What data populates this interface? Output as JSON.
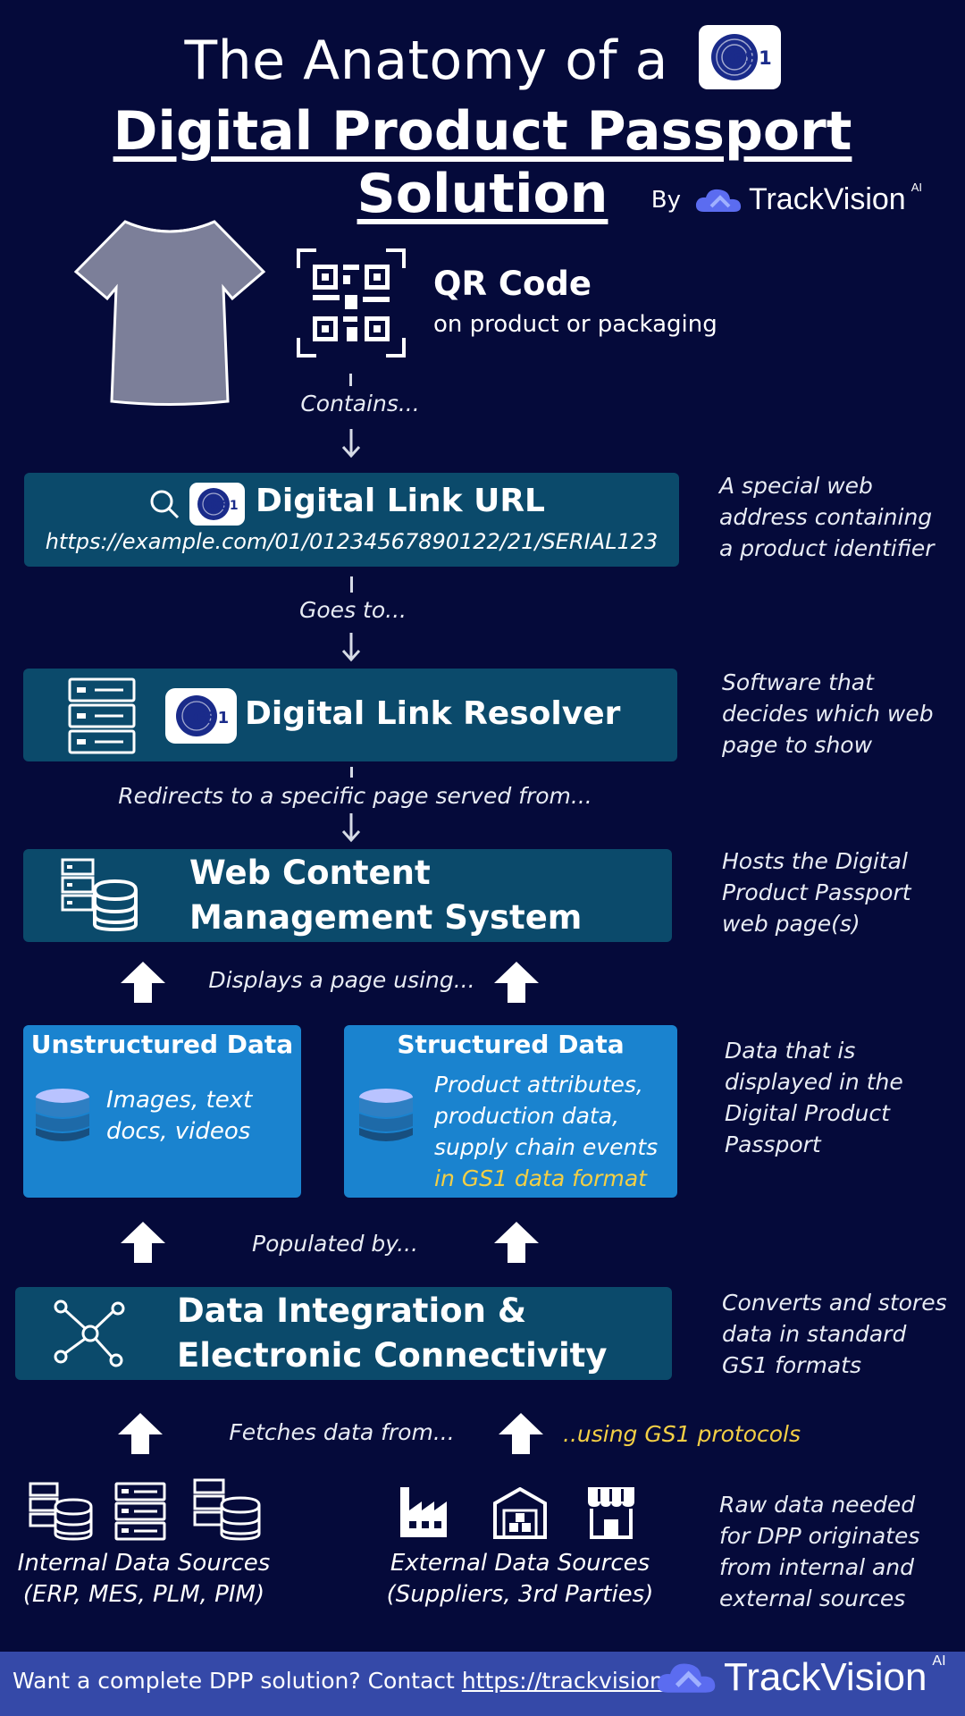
{
  "header": {
    "title_line1": "The Anatomy of a",
    "title_line2": "Digital Product Passport Solution",
    "by_label": "By",
    "brand_name": "TrackVision",
    "brand_sup": "AI",
    "gs1_logo_text": "GS1"
  },
  "qr": {
    "title": "QR Code",
    "subtitle": "on product or packaging",
    "connector": "Contains..."
  },
  "digital_link": {
    "title": "Digital Link URL",
    "url": "https://example.com/01/01234567890122/21/SERIAL123",
    "side_text": [
      "A special web",
      "address containing",
      "a product identifier"
    ],
    "connector": "Goes to..."
  },
  "resolver": {
    "title": "Digital Link Resolver",
    "side_text": [
      "Software that",
      "decides which web",
      "page to show"
    ],
    "connector": "Redirects to a specific page served from..."
  },
  "cms": {
    "title_line1": "Web Content",
    "title_line2": "Management System",
    "side_text": [
      "Hosts the Digital",
      "Product Passport",
      "web page(s)"
    ],
    "connector": "Displays a page using..."
  },
  "unstructured": {
    "title": "Unstructured Data",
    "lines": [
      "Images, text",
      "docs, videos"
    ]
  },
  "structured": {
    "title": "Structured Data",
    "lines": [
      "Product attributes,",
      "production data,",
      "supply chain events"
    ],
    "highlight": "in GS1 data format"
  },
  "data_side_text": [
    "Data that is",
    "displayed in the",
    "Digital Product",
    "Passport"
  ],
  "populated_connector": "Populated by...",
  "integration": {
    "title_line1": "Data Integration &",
    "title_line2": "Electronic Connectivity",
    "side_text": [
      "Converts and stores",
      "data in standard",
      "GS1 formats"
    ],
    "connector": "Fetches data from...",
    "protocol_note": "..using GS1 protocols"
  },
  "sources": {
    "internal_line1": "Internal Data Sources",
    "internal_line2": "(ERP, MES, PLM, PIM)",
    "external_line1": "External Data Sources",
    "external_line2": "(Suppliers, 3rd Parties)",
    "side_text": [
      "Raw data needed",
      "for DPP originates",
      "from internal and",
      "external sources"
    ]
  },
  "footer": {
    "text": "Want a complete DPP solution? Contact",
    "link": "https://trackvision.ai",
    "brand_name": "TrackVision",
    "brand_sup": "AI"
  },
  "colors": {
    "background": "#050a3a",
    "panel": "#0b4a6b",
    "data_panel": "#1a83cf",
    "highlight": "#f3cf45",
    "footer": "#3549a8",
    "accent_brand": "#6b7cff"
  }
}
